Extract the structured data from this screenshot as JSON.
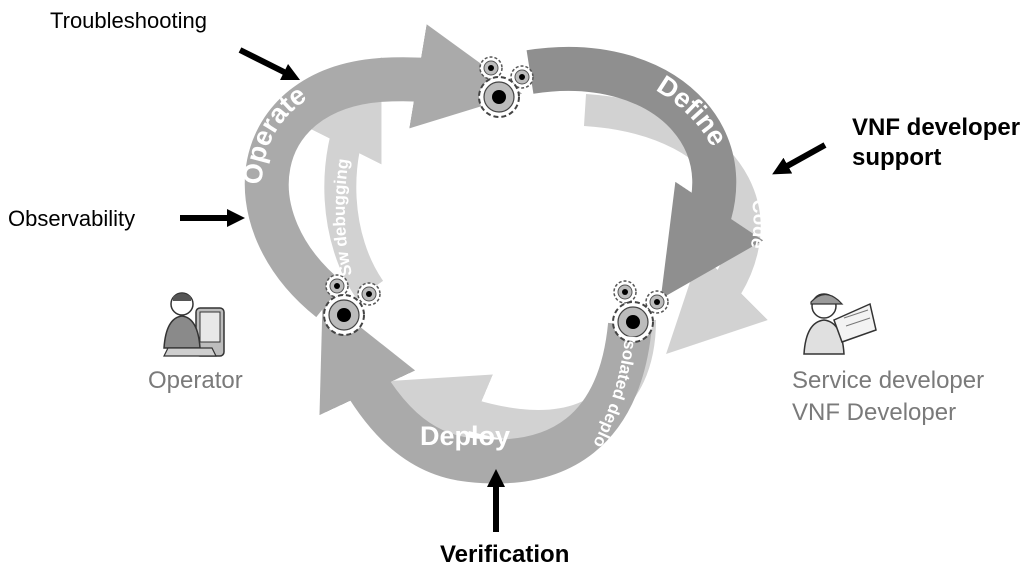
{
  "phases": {
    "operate": "Operate",
    "define": "Define",
    "deploy": "Deploy"
  },
  "inner_phases": {
    "sw_debugging": "Sw debugging",
    "code": "Code",
    "isolated_deploy": "Isolated deploy"
  },
  "outer_labels": {
    "troubleshooting": "Troubleshooting",
    "observability": "Observability",
    "vnf_support_line1": "VNF developer",
    "vnf_support_line2": "support",
    "verification": "Verification"
  },
  "roles": {
    "operator": "Operator",
    "service_developer": "Service developer",
    "vnf_developer": "VNF Developer"
  },
  "colors": {
    "outer_arc": "#aaaaaa",
    "inner_arc": "#d2d2d2",
    "define_arc": "#8f8f8f",
    "gear": "#bcbcbc",
    "gear_hub": "#000000",
    "role_text": "#7a7a7a",
    "arrow": "#000000"
  },
  "icons": {
    "gear": "gear-icon",
    "operator": "operator-person-icon",
    "developer": "developer-person-icon",
    "pointer": "pointer-arrow-icon"
  }
}
